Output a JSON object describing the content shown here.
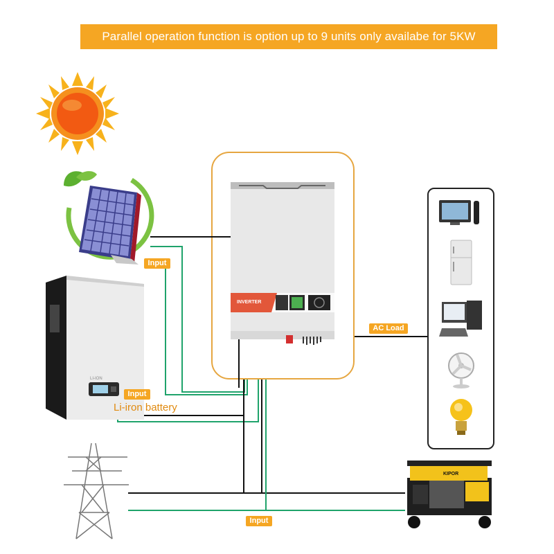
{
  "banner": {
    "text": "Parallel operation function is option up to 9 units only availabe for 5KW"
  },
  "labels": {
    "solar_input": "Input",
    "battery_input": "Input",
    "battery_name": "Li-iron battery",
    "grid_input": "Input",
    "ac_load": "AC Load",
    "inverter_panel": "INVERTER"
  },
  "colors": {
    "accent": "#f5a623",
    "wire_dark": "#111111",
    "wire_green": "#1fa36b",
    "frame": "#e6a640"
  },
  "icons": {
    "sources": [
      "sun-icon",
      "solar-panel-icon",
      "battery-cabinet-icon",
      "power-tower-icon",
      "generator-icon"
    ],
    "loads": [
      "tv-icon",
      "refrigerator-icon",
      "computer-icon",
      "fan-icon",
      "light-bulb-icon"
    ]
  }
}
